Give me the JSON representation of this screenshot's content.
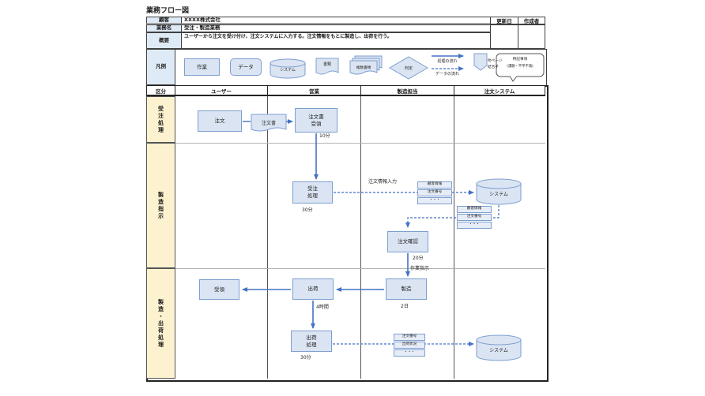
{
  "title": "業務フロー図",
  "info": {
    "customer_label": "顧客",
    "customer_value": "XXXX株式会社",
    "business_label": "業務名",
    "business_value": "受注・製造業務",
    "summary_label": "概要",
    "summary_value": "ユーザーから注文を受け付け、注文システムに入力する。注文情報をもとに製造し、出荷を行う。",
    "updated_label": "更新日",
    "author_label": "作成者"
  },
  "legend": {
    "label": "凡例",
    "work": "作業",
    "data": "データ",
    "system": "システム",
    "document": "書類",
    "multi_document": "複数書類",
    "decision": "判定",
    "process_flow": "処理の流れ",
    "data_flow": "データの流れ",
    "offpage_line1": "他ページ",
    "offpage_line2": "結合子",
    "note_line1": "特記事項",
    "note_line2": "(課題・不平不満)"
  },
  "lanes": {
    "category": "区分",
    "user": "ユーザー",
    "sales": "営業",
    "manufacturing": "製造担当",
    "order_system": "注文システム"
  },
  "rows": {
    "r1": "受注処理",
    "r2": "製造指示",
    "r3": "製造・出荷処理"
  },
  "flow": {
    "order": "注文",
    "order_form_doc": "注文書",
    "order_receipt_l1": "注文書",
    "order_receipt_l2": "受領",
    "order_receipt_time": "10分",
    "order_process_l1": "受注",
    "order_process_l2": "処理",
    "order_process_time": "30分",
    "order_info_input": "注文情報入力",
    "system1": "システム",
    "datalabel1": [
      "顧客情報",
      "注文番号",
      "・・・"
    ],
    "datalabel2": [
      "顧客情報",
      "注文番号",
      "・・・"
    ],
    "order_confirm": "注文確認",
    "order_confirm_time": "20分",
    "work_instruction": "作業指示",
    "manufacture": "製造",
    "manufacture_time": "2日",
    "ship": "出荷",
    "ship_time": "4時間",
    "receive": "受領",
    "ship_process_l1": "出荷",
    "ship_process_l2": "処理",
    "ship_process_time": "30分",
    "datalabel3": [
      "注文番号",
      "出荷状況",
      "・・・"
    ],
    "system2": "システム"
  },
  "colors": {
    "arrow_blue": "#4472c4",
    "box_fill": "#dbe4f2",
    "box_border": "#7d9fd0",
    "label_cell_blue": "#deeaf6",
    "category_yellow": "#fcf2d0"
  }
}
